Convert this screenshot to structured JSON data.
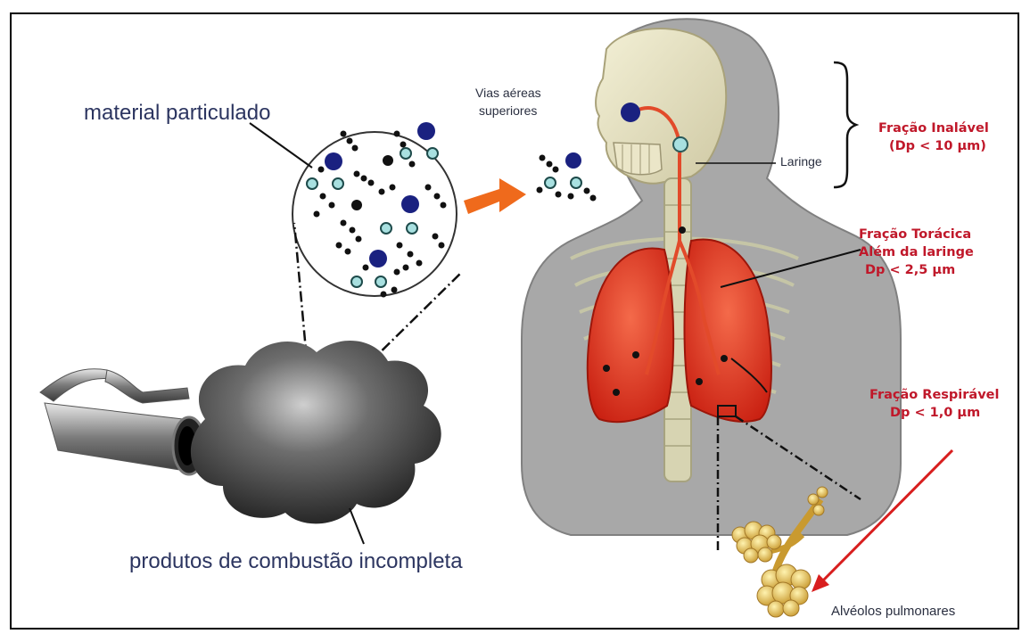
{
  "labels": {
    "material": "material particulado",
    "produtos": "produtos de combustão incompleta",
    "vias_line1": "Vias aéreas",
    "vias_line2": "superiores",
    "laringe": "Laringe",
    "inalavel_line1": "Fração Inalável",
    "inalavel_line2": "(Dp < 10 µm)",
    "toracica_line1": "Fração Torácica",
    "toracica_line2": "Além da laringe",
    "toracica_line3": "Dp < 2,5 µm",
    "respiravel_line1": "Fração Respirável",
    "respiravel_line2": "Dp < 1,0 µm",
    "alveolos": "Alvéolos pulmonares"
  },
  "colors": {
    "fraction_text": "#c0182a",
    "body_silhouette": "#9a9a9a",
    "lung": "#e23a22",
    "arrow": "#ef6a1c",
    "particle_large": "#1a2180",
    "particle_small": "#a8e0e0",
    "particle_dot": "#111111",
    "smoke": "#2a2a2a",
    "alveoli": "#d9b04a"
  }
}
